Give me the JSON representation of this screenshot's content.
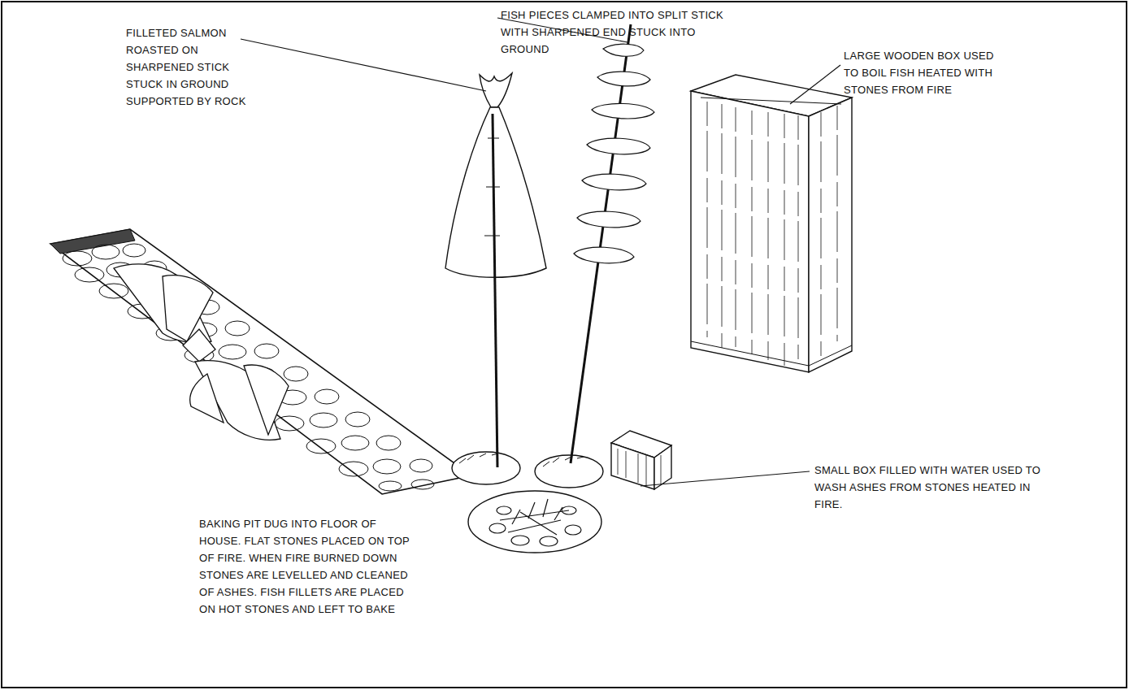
{
  "diagram": {
    "labels": [
      "FILLETED SALMON ROASTED ON SHARPENED STICK STUCK IN GROUND SUPPORTED BY ROCK",
      "FISH PIECES CLAMPED INTO SPLIT STICK WITH SHARPENED END STUCK INTO GROUND",
      "LARGE WOODEN BOX USED TO BOIL FISH HEATED WITH STONES FROM FIRE",
      "SMALL BOX FILLED WITH WATER USED TO WASH ASHES FROM STONES HEATED IN FIRE.",
      "BAKING PIT DUG INTO FLOOR OF HOUSE. FLAT STONES PLACED ON TOP OF FIRE. WHEN FIRE BURNED DOWN STONES ARE LEVELLED AND CLEANED OF ASHES. FISH FILLETS ARE PLACED ON HOT STONES AND LEFT TO BAKE"
    ]
  }
}
